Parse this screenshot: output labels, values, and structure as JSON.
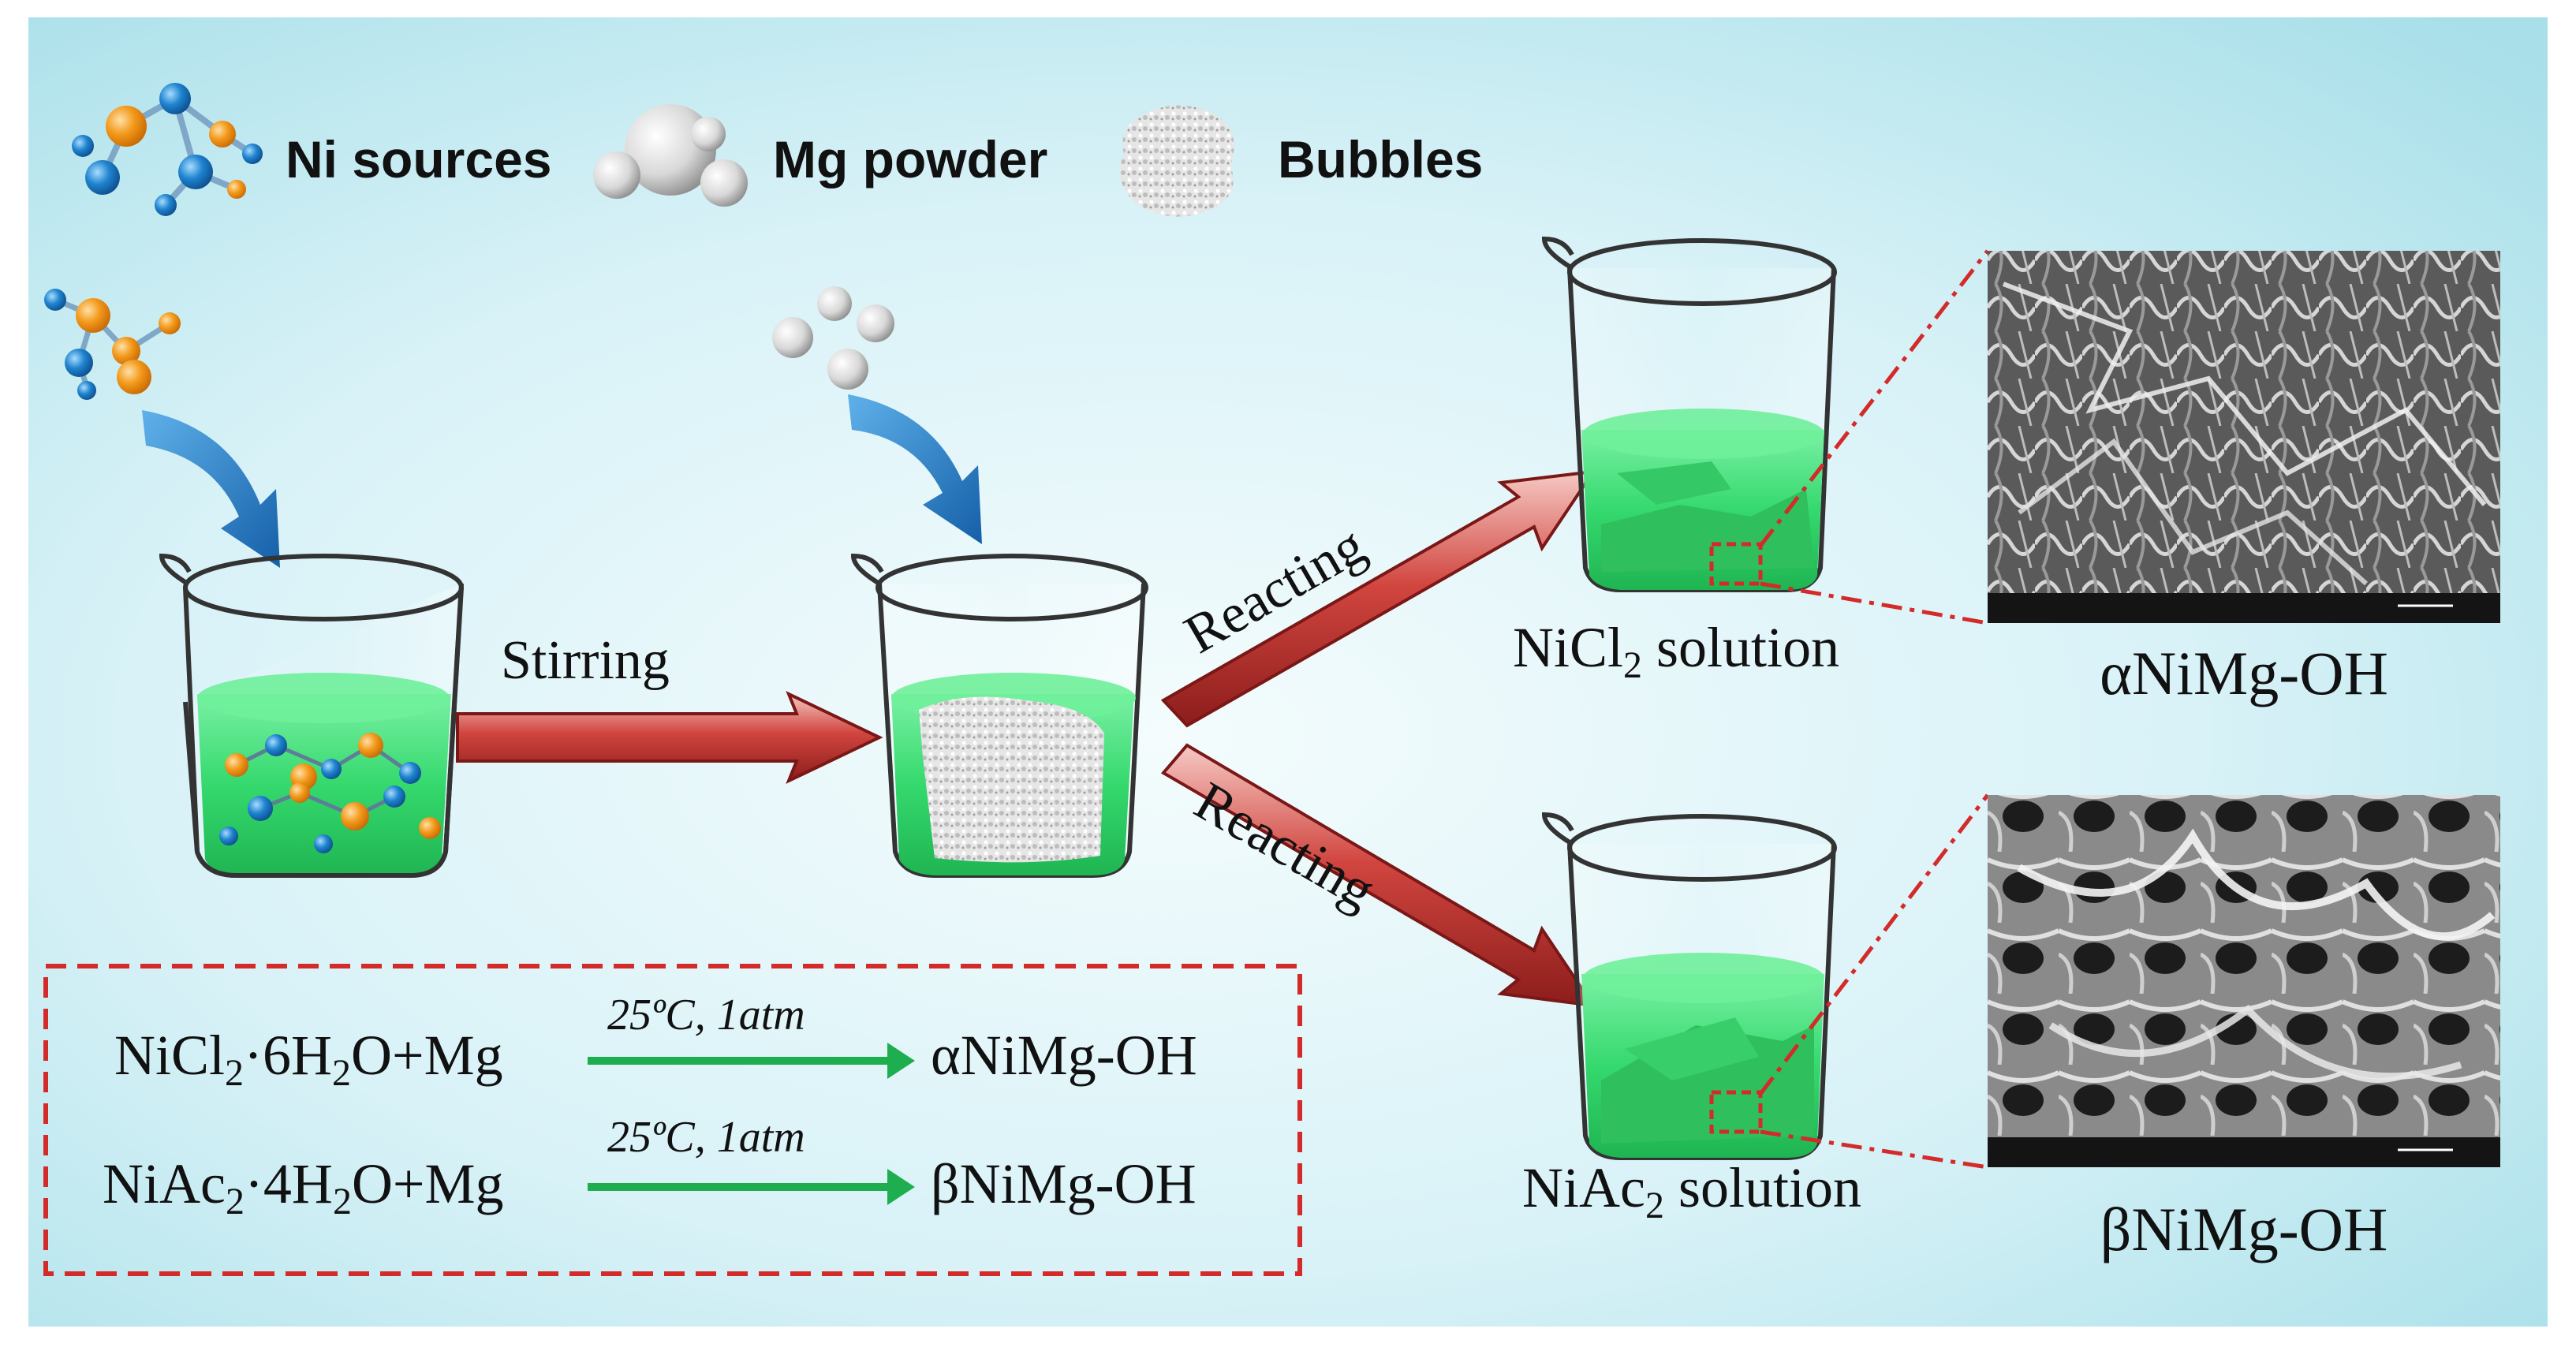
{
  "legend": {
    "items": [
      {
        "label": "Ni sources",
        "icon": "molecule-icon"
      },
      {
        "label": "Mg powder",
        "icon": "spheres-icon"
      },
      {
        "label": "Bubbles",
        "icon": "bubbles-icon"
      }
    ]
  },
  "steps": {
    "stirring": "Stirring",
    "reacting_top": "Reacting",
    "reacting_bottom": "Reacting"
  },
  "solutions": {
    "top": {
      "base": "NiCl",
      "sub": "2",
      "rest": " solution"
    },
    "bottom": {
      "base": "NiAc",
      "sub": "2",
      "rest": " solution"
    }
  },
  "products": {
    "alpha": "αNiMg-OH",
    "beta": "βNiMg-OH"
  },
  "reactions": [
    {
      "reactant_parts": [
        {
          "t": "NiCl",
          "s": ""
        },
        {
          "t": "2",
          "s": "sub"
        },
        {
          "t": "·6H",
          "s": ""
        },
        {
          "t": "2",
          "s": "sub"
        },
        {
          "t": "O+Mg",
          "s": ""
        }
      ],
      "condition": "25ºC, 1atm",
      "product": "αNiMg-OH"
    },
    {
      "reactant_parts": [
        {
          "t": "NiAc",
          "s": ""
        },
        {
          "t": "2",
          "s": "sub"
        },
        {
          "t": "·4H",
          "s": ""
        },
        {
          "t": "2",
          "s": "sub"
        },
        {
          "t": "O+Mg",
          "s": ""
        }
      ],
      "condition": "25ºC, 1atm",
      "product": "βNiMg-OH"
    }
  ],
  "colors": {
    "background": "#cdeef5",
    "liquid": "#3fe07a",
    "arrow_red": "#c0302f",
    "arrow_blue": "#1f79c8",
    "reaction_arrow": "#1fae4f",
    "dashed_box": "#d32a2a",
    "orange_atom": "#f39a1b",
    "blue_atom": "#1f84cf"
  }
}
